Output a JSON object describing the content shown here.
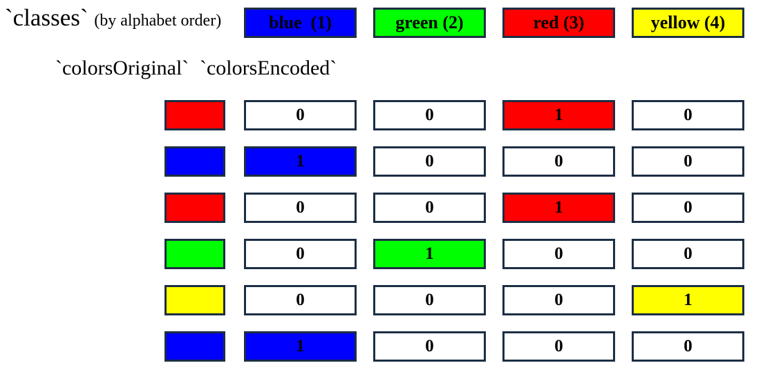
{
  "header": {
    "title_code": "`classes`",
    "title_note": "(by alphabet order)",
    "classes": [
      {
        "label": "blue  (1)",
        "color": "#0000ff"
      },
      {
        "label": "green (2)",
        "color": "#00ff00"
      },
      {
        "label": "red (3)",
        "color": "#ff0000"
      },
      {
        "label": "yellow (4)",
        "color": "#ffff00"
      }
    ]
  },
  "subheader": {
    "original_label": "`colorsOriginal`",
    "encoded_label": "`colorsEncoded`"
  },
  "colors": {
    "border": "#1c2e44",
    "blue": "#0000ff",
    "green": "#00ff00",
    "red": "#ff0000",
    "yellow": "#ffff00",
    "white": "#ffffff"
  },
  "table": {
    "rows": [
      {
        "original_name": "red",
        "original_color": "#ff0000",
        "cells": [
          {
            "text": "0",
            "bg": "#ffffff"
          },
          {
            "text": "0",
            "bg": "#ffffff"
          },
          {
            "text": "1",
            "bg": "#ff0000"
          },
          {
            "text": "0",
            "bg": "#ffffff"
          }
        ]
      },
      {
        "original_name": "blue",
        "original_color": "#0000ff",
        "cells": [
          {
            "text": "1",
            "bg": "#0000ff"
          },
          {
            "text": "0",
            "bg": "#ffffff"
          },
          {
            "text": "0",
            "bg": "#ffffff"
          },
          {
            "text": "0",
            "bg": "#ffffff"
          }
        ]
      },
      {
        "original_name": "red",
        "original_color": "#ff0000",
        "cells": [
          {
            "text": "0",
            "bg": "#ffffff"
          },
          {
            "text": "0",
            "bg": "#ffffff"
          },
          {
            "text": "1",
            "bg": "#ff0000"
          },
          {
            "text": "0",
            "bg": "#ffffff"
          }
        ]
      },
      {
        "original_name": "green",
        "original_color": "#00ff00",
        "cells": [
          {
            "text": "0",
            "bg": "#ffffff"
          },
          {
            "text": "1",
            "bg": "#00ff00"
          },
          {
            "text": "0",
            "bg": "#ffffff"
          },
          {
            "text": "0",
            "bg": "#ffffff"
          }
        ]
      },
      {
        "original_name": "yellow",
        "original_color": "#ffff00",
        "cells": [
          {
            "text": "0",
            "bg": "#ffffff"
          },
          {
            "text": "0",
            "bg": "#ffffff"
          },
          {
            "text": "0",
            "bg": "#ffffff"
          },
          {
            "text": "1",
            "bg": "#ffff00"
          }
        ]
      },
      {
        "original_name": "blue",
        "original_color": "#0000ff",
        "cells": [
          {
            "text": "1",
            "bg": "#0000ff"
          },
          {
            "text": "0",
            "bg": "#ffffff"
          },
          {
            "text": "0",
            "bg": "#ffffff"
          },
          {
            "text": "0",
            "bg": "#ffffff"
          }
        ]
      }
    ]
  }
}
